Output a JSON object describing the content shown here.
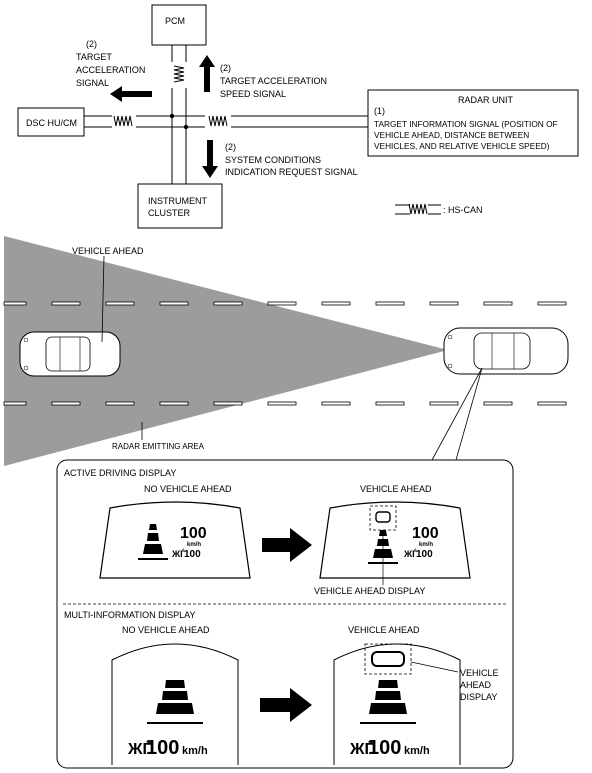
{
  "network": {
    "pcm": "PCM",
    "dsc": "DSC HU/CM",
    "instrument_cluster": [
      "INSTRUMENT",
      "CLUSTER"
    ],
    "radar_unit": {
      "title": "RADAR UNIT",
      "num": "(1)",
      "lines": [
        "TARGET INFORMATION SIGNAL (POSITION OF",
        "VEHICLE AHEAD, DISTANCE BETWEEN",
        "VEHICLES, AND RELATIVE VEHICLE SPEED)"
      ]
    },
    "target_accel_signal": [
      "(2)",
      "TARGET",
      "ACCELERATION",
      "SIGNAL"
    ],
    "target_accel_speed_signal": [
      "(2)",
      "TARGET ACCELERATION",
      "SPEED SIGNAL"
    ],
    "system_conditions_signal": [
      "(2)",
      "SYSTEM CONDITIONS",
      "INDICATION REQUEST SIGNAL"
    ],
    "legend": ": HS-CAN"
  },
  "road": {
    "vehicle_ahead": "VEHICLE AHEAD",
    "radar_area": "RADAR EMITTING AREA"
  },
  "displays": {
    "active_title": "ACTIVE DRIVING DISPLAY",
    "no_vehicle": "NO VEHICLE AHEAD",
    "vehicle": "VEHICLE AHEAD",
    "vehicle_ahead_display": "VEHICLE AHEAD DISPLAY",
    "multi_title": "MULTI-INFORMATION DISPLAY",
    "speed_value": "100",
    "speed_unit": "km/h",
    "set_speed": "100",
    "multi_vehicle_ahead_display": [
      "VEHICLE",
      "AHEAD",
      "DISPLAY"
    ]
  }
}
